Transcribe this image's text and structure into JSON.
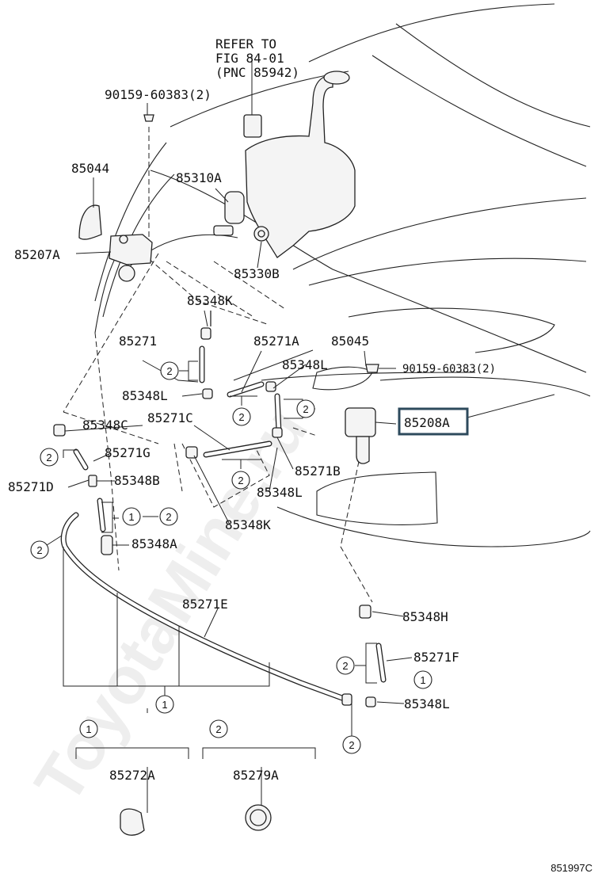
{
  "labels": {
    "refer_line1": "REFER TO",
    "refer_line2": "FIG 84-01",
    "refer_line3": "(PNC 85942)",
    "p90159_top": "90159-60383(2)",
    "p85044": "85044",
    "p85310A": "85310A",
    "p85207A": "85207A",
    "p85330B": "85330B",
    "p85348K_top": "85348K",
    "p85271": "85271",
    "p85271A": "85271A",
    "p85045": "85045",
    "p85348L_1": "85348L",
    "p90159_right": "90159-60383(2)",
    "p85348L_2": "85348L",
    "p85348C": "85348C",
    "p85271C": "85271C",
    "p85208A": "85208A",
    "p85271G": "85271G",
    "p85271B": "85271B",
    "p85271D": "85271D",
    "p85348B": "85348B",
    "p85348L_3": "85348L",
    "p85348K_bottom": "85348K",
    "p85348A": "85348A",
    "p85271E": "85271E",
    "p85348H": "85348H",
    "p85271F": "85271F",
    "p85348L_4": "85348L",
    "p85272A": "85272A",
    "p85279A": "85279A"
  },
  "callouts": {
    "one": "1",
    "two": "2"
  },
  "figure_code": "851997C",
  "watermark": "ToyotaMinе.ru",
  "colors": {
    "highlight_box": "#2d4a5c",
    "ink": "#111111",
    "watermark": "#cfcfcf"
  }
}
